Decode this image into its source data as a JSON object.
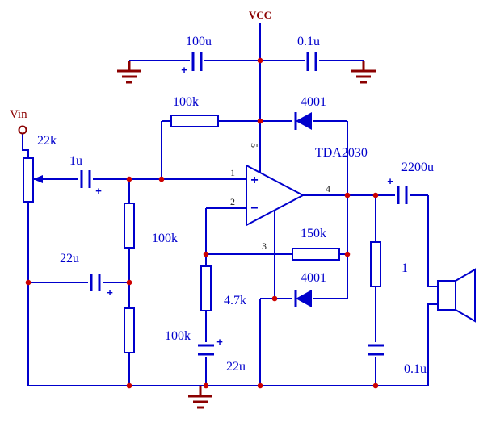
{
  "colors": {
    "wire": "#0000CC",
    "label": "#0000CC",
    "power_text": "#8B0000",
    "junction_dot": "#CC0000"
  },
  "power": {
    "vcc": "VCC"
  },
  "input": {
    "vin": "Vin"
  },
  "ic": {
    "name": "TDA2030",
    "pins": {
      "p1": "1",
      "p2": "2",
      "p3": "3",
      "p4": "4",
      "p5": "5"
    },
    "plus": "+",
    "minus": "−"
  },
  "resistors": {
    "volume_pot": "22k",
    "bias_top": "100k",
    "bias_mid": "100k",
    "bias_lower": "100k",
    "feedback": "150k",
    "gain": "4.7k",
    "zobel": "1"
  },
  "capacitors": {
    "supply_bulk": "100u",
    "supply_bypass": "0.1u",
    "input_coupling": "1u",
    "bias_decoupling": "22u",
    "gain_bypass": "22u",
    "output_coupling": "2200u",
    "zobel": "0.1u"
  },
  "diodes": {
    "protect_top": "4001",
    "protect_bottom": "4001"
  },
  "marks": {
    "polarity": "+"
  }
}
